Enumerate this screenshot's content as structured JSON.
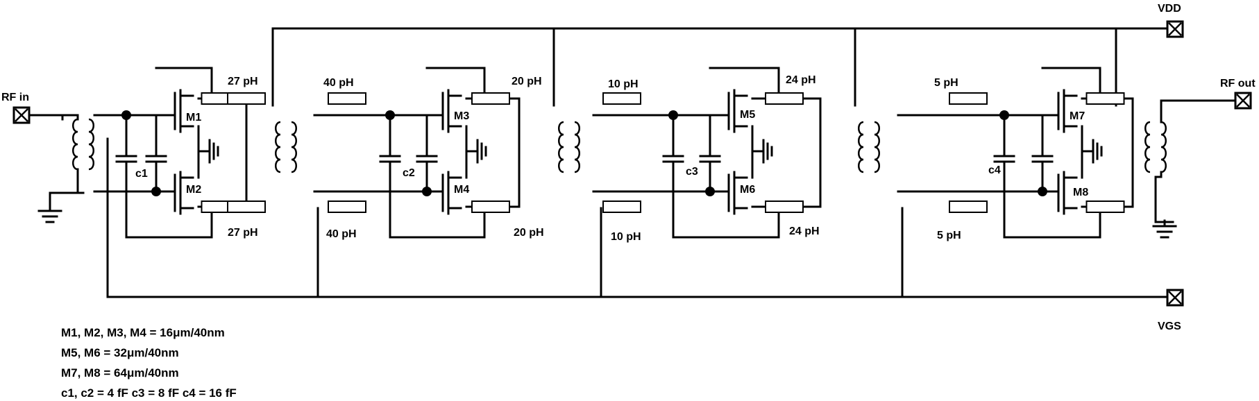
{
  "ports": {
    "rf_in": "RF in",
    "rf_out": "RF out",
    "vdd": "VDD",
    "vgs": "VGS"
  },
  "transistors": [
    "M1",
    "M2",
    "M3",
    "M4",
    "M5",
    "M6",
    "M7",
    "M8"
  ],
  "capacitors": [
    "c1",
    "c2",
    "c3",
    "c4"
  ],
  "resistor_labels": {
    "s1_top": "27 pH",
    "s1_bot": "27 pH",
    "s2_in_top": "40 pH",
    "s2_in_bot": "40 pH",
    "s2_out_top": "20 pH",
    "s2_out_bot": "20 pH",
    "s3_in_top": "10 pH",
    "s3_in_bot": "10 pH",
    "s3_out_top": "24 pH",
    "s3_out_bot": "24 pH",
    "s4_in_top": "5 pH",
    "s4_in_bot": "5 pH"
  },
  "notes": [
    "M1, M2, M3, M4 = 16μm/40nm",
    "M5, M6 = 32μm/40nm",
    "M7, M8 = 64μm/40nm",
    "c1, c2 = 4 fF   c3 = 8 fF   c4 = 16 fF"
  ]
}
